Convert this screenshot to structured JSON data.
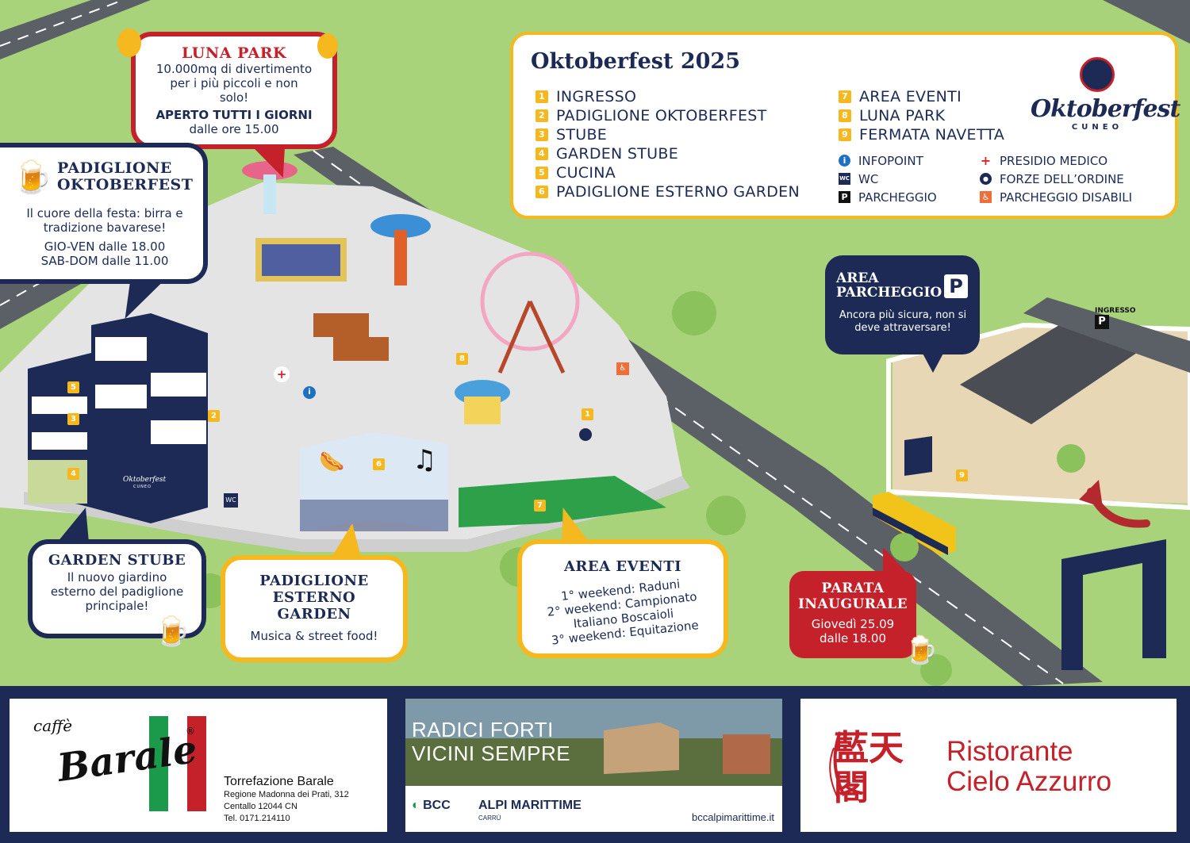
{
  "legend": {
    "title": "Oktoberfest 2025",
    "items_left": [
      {
        "num": "1",
        "label": "INGRESSO"
      },
      {
        "num": "2",
        "label": "PADIGLIONE OKTOBERFEST"
      },
      {
        "num": "3",
        "label": "STUBE"
      },
      {
        "num": "4",
        "label": "GARDEN STUBE"
      },
      {
        "num": "5",
        "label": "CUCINA"
      },
      {
        "num": "6",
        "label": "PADIGLIONE ESTERNO GARDEN"
      }
    ],
    "items_right": [
      {
        "num": "7",
        "label": "AREA EVENTI"
      },
      {
        "num": "8",
        "label": "LUNA PARK"
      },
      {
        "num": "9",
        "label": "FERMATA NAVETTA"
      }
    ],
    "services_left": [
      {
        "icon": "i",
        "label": "INFOPOINT",
        "color": "#1f6fc2"
      },
      {
        "icon": "WC",
        "label": "WC",
        "color": "#1c2a55"
      },
      {
        "icon": "P",
        "label": "PARCHEGGIO",
        "color": "#111111"
      }
    ],
    "services_right": [
      {
        "icon": "+",
        "label": "PRESIDIO MEDICO",
        "color": "#d8282e"
      },
      {
        "icon": "●",
        "label": "FORZE DELL’ORDINE",
        "color": "#1c2a55"
      },
      {
        "icon": "♿",
        "label": "PARCHEGGIO DISABILI",
        "color": "#ef6e3a"
      }
    ],
    "logo_script": "Oktoberfest",
    "logo_city": "CUNEO"
  },
  "callouts": {
    "luna_park": {
      "title": "LUNA PARK",
      "desc": "10.000mq di divertimento per i più piccoli e non solo!",
      "strong": "APERTO TUTTI I GIORNI",
      "hours": "dalle ore 15.00"
    },
    "padiglione": {
      "title_1": "PADIGLIONE",
      "title_2": "OKTOBERFEST",
      "desc": "Il cuore della festa: birra e tradizione bavarese!",
      "hours_1": "GIO-VEN dalle 18.00",
      "hours_2": "SAB-DOM dalle 11.00"
    },
    "garden_stube": {
      "title": "GARDEN STUBE",
      "desc": "Il nuovo giardino esterno del padiglione principale!"
    },
    "esterno": {
      "title_1": "PADIGLIONE",
      "title_2": "ESTERNO",
      "title_3": "GARDEN",
      "desc": "Musica & street food!"
    },
    "area_eventi": {
      "title": "AREA EVENTI",
      "l1": "1° weekend: Raduni",
      "l2": "2° weekend: Campionato",
      "l3": "Italiano Boscaioli",
      "l4": "3° weekend: Equitazione"
    },
    "parata": {
      "title_1": "PARATA",
      "title_2": "INAUGURALE",
      "d1": "Giovedì 25.09",
      "d2": "dalle 18.00"
    },
    "parcheggio": {
      "title_1": "AREA",
      "title_2": "PARCHEGGIO",
      "p": "P",
      "desc": "Ancora più sicura, non si deve attraversare!"
    }
  },
  "map_labels": {
    "ingresso": "INGRESSO",
    "parking_p": "P",
    "pavilion_logo": "Oktoberfest",
    "pavilion_city": "CUNEO",
    "wc": "WC",
    "n1": "1",
    "n2": "2",
    "n3": "3",
    "n4": "4",
    "n5": "5",
    "n6": "6",
    "n7": "7",
    "n8": "8",
    "n9": "9"
  },
  "footer": {
    "ad1": {
      "brand_small": "caffè",
      "brand_big": "Barale",
      "reg": "®",
      "name": "Torrefazione Barale",
      "addr1": "Regione Madonna dei Prati, 312",
      "addr2": "Centallo 12044 CN",
      "tel": "Tel. 0171.214110"
    },
    "ad2": {
      "head1": "RADICI FORTI",
      "head2": "VICINI SEMPRE",
      "bcc": "BCC",
      "alpi": "ALPI MARITTIME",
      "carru": "CARRÙ",
      "web": "bccalpimarittime.it"
    },
    "ad3": {
      "cn": "藍天閣",
      "name1": "Ristorante",
      "name2": "Cielo Azzurro"
    }
  },
  "colors": {
    "navy": "#1c2a55",
    "red": "#c5212a",
    "yellow": "#f6b81f",
    "grass": "#a8d37a",
    "road": "#5b5f66"
  }
}
